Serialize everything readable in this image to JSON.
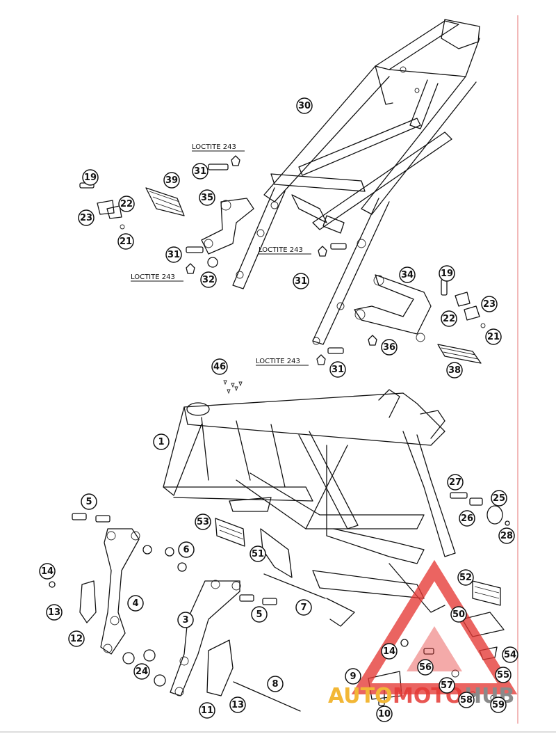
{
  "diagram": {
    "callouts": [
      "30",
      "31",
      "19",
      "39",
      "35",
      "22",
      "23",
      "21",
      "31",
      "32",
      "31",
      "34",
      "19",
      "23",
      "22",
      "21",
      "36",
      "31",
      "38",
      "46",
      "1",
      "27",
      "25",
      "26",
      "28",
      "5",
      "6",
      "53",
      "51",
      "14",
      "4",
      "13",
      "3",
      "5",
      "7",
      "12",
      "24",
      "52",
      "50",
      "14",
      "54",
      "56",
      "55",
      "9",
      "57",
      "58",
      "59",
      "11",
      "13",
      "8",
      "10"
    ],
    "loctite_labels": [
      "LOCTITE 243",
      "LOCTITE 243",
      "LOCTITE 243",
      "LOCTITE 243"
    ],
    "watermark": {
      "part1": "AUTO",
      "part2": "MOTO",
      "part3": "HUB",
      "colors": {
        "accent": "#f2b736",
        "red": "#e53935",
        "gray": "#8a8a8a"
      }
    },
    "border_color": "#e88a8a"
  }
}
